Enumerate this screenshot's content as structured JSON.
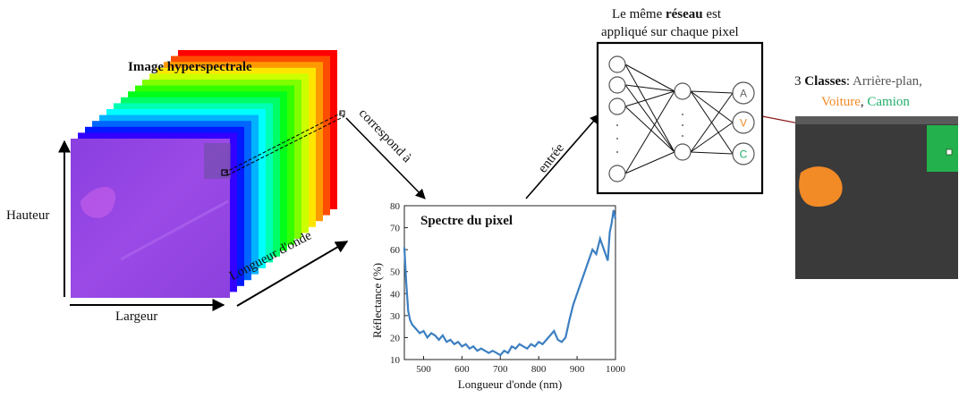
{
  "cube": {
    "title": "Image hyperspectrale",
    "height_label": "Hauteur",
    "width_label": "Largeur",
    "depth_label": "Longueur d'onde"
  },
  "arrows": {
    "correspond": "correspond à",
    "entree": "entrée"
  },
  "network": {
    "caption_pre": "Le même ",
    "caption_bold": "réseau",
    "caption_post": " est",
    "caption_line2": "appliqué sur chaque pixel",
    "outputs": [
      "A",
      "V",
      "C"
    ]
  },
  "classes": {
    "prefix": "3 ",
    "bold": "Classes",
    "sep": ": ",
    "background": "Arrière-plan,",
    "car": "Voiture",
    "comma": ", ",
    "truck": "Camion",
    "colors": {
      "background": "#3a3a3a",
      "car": "#f28a26",
      "truck": "#22b14c",
      "label_bg": "#6d6d6d"
    }
  },
  "chart_data": {
    "type": "line",
    "title": "Spectre du pixel",
    "xlabel": "Longueur d'onde (nm)",
    "ylabel": "Réflectance (%)",
    "xlim": [
      450,
      1000
    ],
    "ylim": [
      10,
      80
    ],
    "xticks": [
      500,
      600,
      700,
      800,
      900,
      1000
    ],
    "yticks": [
      10,
      20,
      30,
      40,
      50,
      60,
      70,
      80
    ],
    "color": "#3c7fc1",
    "x": [
      450,
      455,
      460,
      465,
      470,
      475,
      480,
      490,
      500,
      510,
      520,
      530,
      540,
      550,
      560,
      570,
      580,
      590,
      600,
      610,
      620,
      630,
      640,
      650,
      660,
      670,
      680,
      690,
      700,
      710,
      720,
      730,
      740,
      750,
      760,
      770,
      780,
      790,
      800,
      810,
      820,
      830,
      840,
      850,
      860,
      870,
      880,
      890,
      900,
      910,
      920,
      930,
      940,
      950,
      960,
      970,
      980,
      985,
      990,
      995,
      1000
    ],
    "y": [
      61,
      45,
      32,
      28,
      26,
      25,
      24,
      22,
      23,
      20,
      22,
      21,
      19,
      21,
      18,
      19,
      17,
      18,
      16,
      17,
      15,
      16,
      14,
      15,
      14,
      13,
      14,
      13,
      12,
      14,
      13,
      16,
      15,
      17,
      16,
      15,
      17,
      16,
      18,
      17,
      19,
      21,
      23,
      19,
      18,
      20,
      28,
      35,
      40,
      45,
      50,
      55,
      60,
      58,
      65,
      60,
      55,
      68,
      72,
      78,
      74
    ]
  }
}
